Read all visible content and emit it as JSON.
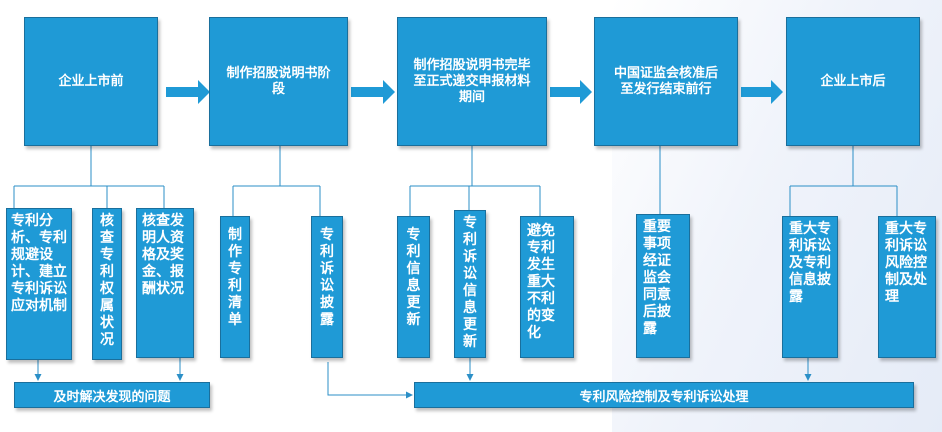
{
  "stages": [
    {
      "id": "s1",
      "label": "企业上市前"
    },
    {
      "id": "s2",
      "label": "制作招股说明书阶段"
    },
    {
      "id": "s3",
      "label": "制作招股说明书完毕至正式递交申报材料期间"
    },
    {
      "id": "s4",
      "label": "中国证监会核准后至发行结束前行"
    },
    {
      "id": "s5",
      "label": "企业上市后"
    }
  ],
  "tasks": [
    {
      "id": "t1",
      "label": "专利分析、专利规避设计、建立专利诉讼应对机制"
    },
    {
      "id": "t2",
      "label": "核查专利权属状况"
    },
    {
      "id": "t3",
      "label": "核查发明人资格及奖金、报酬状况"
    },
    {
      "id": "t4",
      "label": "制作专利清单"
    },
    {
      "id": "t5",
      "label": "专利诉讼披露"
    },
    {
      "id": "t6",
      "label": "专利信息更新"
    },
    {
      "id": "t7",
      "label": "专利诉讼信息更新"
    },
    {
      "id": "t8",
      "label": "避免专利发生重大不利的变化"
    },
    {
      "id": "t9",
      "label": "重要事项经证监会同意后披露"
    },
    {
      "id": "t10",
      "label": "重大专利诉讼及专利信息披露"
    },
    {
      "id": "t11",
      "label": "重大专利诉讼风险控制及处理"
    }
  ],
  "bottom": {
    "left_label": "及时解决发现的问题",
    "right_label": "专利风险控制及专利诉讼处理"
  },
  "colors": {
    "box_fill": "#1f9ad6",
    "box_border": "#1a6f9c",
    "arrow": "#1f9ad6",
    "connector": "#2b8fc7"
  }
}
